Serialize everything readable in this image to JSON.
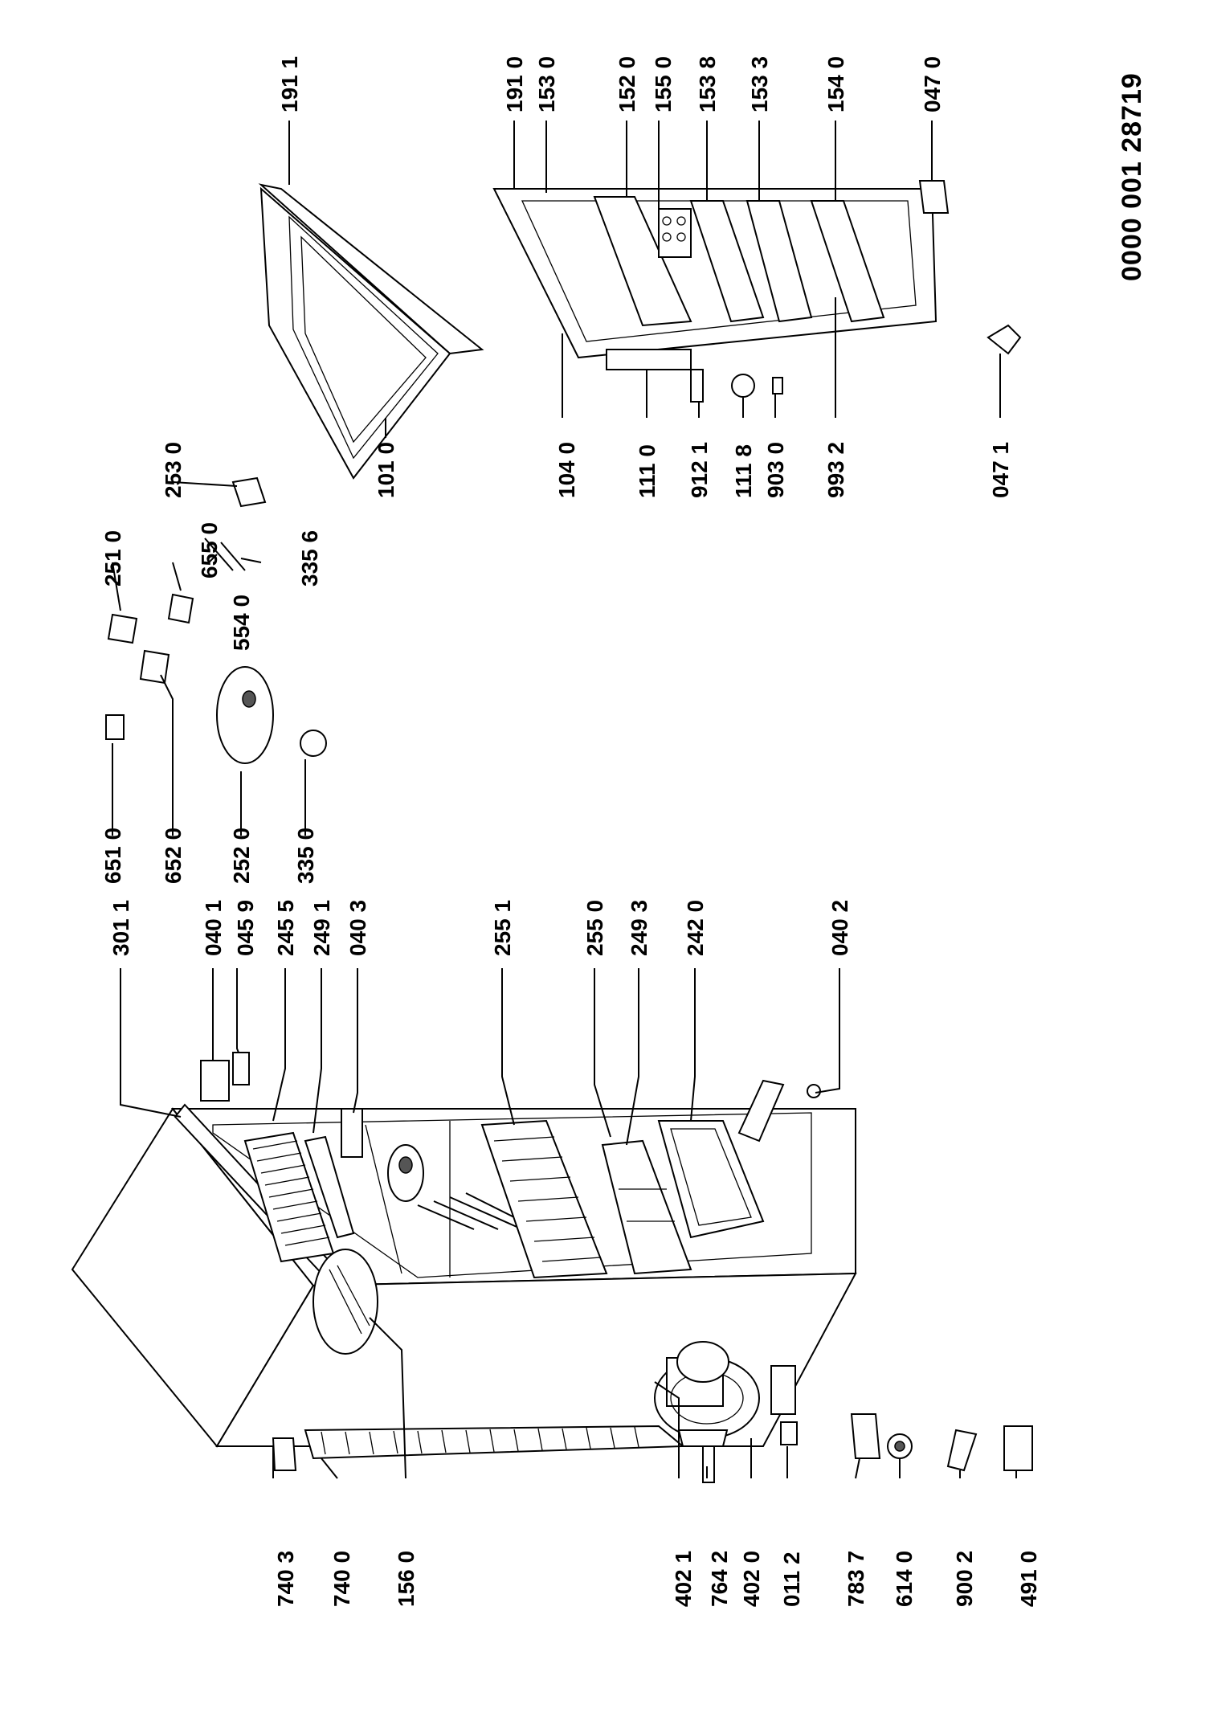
{
  "document_number": "0000  001 28719",
  "labels": {
    "left_bottom": [
      "740 3",
      "740 0",
      "156 0",
      "402 1",
      "764 2",
      "402 0",
      "011 2",
      "783 7",
      "614 0",
      "900 2",
      "491 0"
    ],
    "left_top": [
      "301 1",
      "040 1",
      "045 9",
      "245 5",
      "249 1",
      "040 3",
      "255 1",
      "255 0",
      "249 3",
      "242 0",
      "040 2"
    ],
    "mid_bottom": [
      "651 0",
      "652 0",
      "252 0",
      "335 0"
    ],
    "mid_top": [
      "251 0",
      "554 0",
      "655 0",
      "335 6",
      "253 0"
    ],
    "door1_top": [
      "191 1"
    ],
    "door1_bottom": [
      "101 0"
    ],
    "door2_top": [
      "191 0",
      "153 0",
      "152 0",
      "155 0",
      "153 8",
      "153 3",
      "154 0",
      "047 0"
    ],
    "door2_bottom": [
      "104 0",
      "111 0",
      "912 1",
      "111 8",
      "903 0",
      "993 2",
      "047 1"
    ]
  }
}
